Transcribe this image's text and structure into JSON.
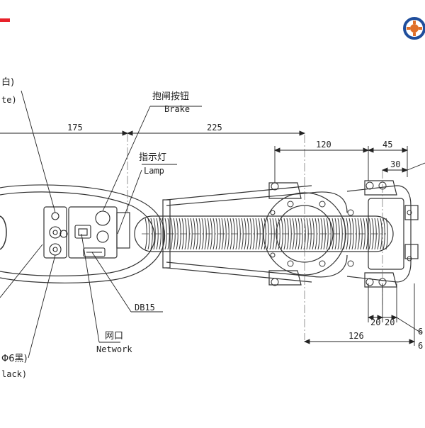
{
  "brand": {
    "logo_color": "#1f4e9c",
    "accent": "#e8222a",
    "gear_color": "#e0702a"
  },
  "callouts": {
    "top_left_cn": "白)",
    "top_left_en": "te)",
    "brake_cn": "抱闸按钮",
    "brake_en": "Brake",
    "lamp_cn": "指示灯",
    "lamp_en": "Lamp",
    "db15": "DB15",
    "network_cn": "网口",
    "network_en": "Network",
    "black_cn": "Φ6黑)",
    "black_en": "lack)"
  },
  "dimensions": {
    "d175": "175",
    "d225": "225",
    "d120": "120",
    "d45": "45",
    "d30": "30",
    "d20a": "20",
    "d20b": "20",
    "d126": "126",
    "edge_6a": "6",
    "edge_6b": "6"
  }
}
